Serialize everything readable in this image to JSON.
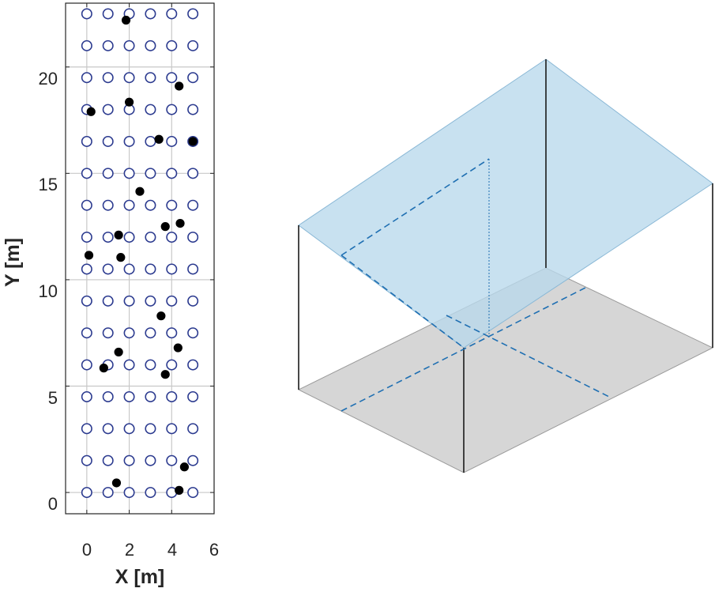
{
  "chart_data": [
    {
      "type": "scatter",
      "xlabel": "X [m]",
      "ylabel": "Y [m]",
      "xlim": [
        -1,
        6
      ],
      "ylim": [
        -1,
        23
      ],
      "xticks": [
        0,
        2,
        4,
        6
      ],
      "yticks": [
        0,
        5,
        10,
        15,
        20
      ],
      "x_tick_labels": [
        "0",
        "2",
        "4",
        "6"
      ],
      "y_tick_labels": [
        "0",
        "5",
        "10",
        "15",
        "20"
      ],
      "grid": true,
      "colors": {
        "grid_marker": "#2b3a8f",
        "measured_point": "#000000",
        "grid_lines": "#c8c8c8"
      },
      "series": [
        {
          "marker": "open-circle",
          "x_values": [
            0,
            1,
            2,
            3,
            4,
            5
          ],
          "y_values": [
            0,
            1.5,
            3,
            4.5,
            6,
            7.5,
            9,
            10.5,
            12,
            13.5,
            15,
            16.5,
            18,
            19.5,
            21,
            22.5
          ]
        },
        {
          "marker": "filled-circle",
          "points": [
            [
              1.4,
              0.45
            ],
            [
              4.35,
              0.1
            ],
            [
              4.6,
              1.2
            ],
            [
              0.8,
              5.85
            ],
            [
              1.5,
              6.6
            ],
            [
              3.7,
              5.55
            ],
            [
              4.3,
              6.8
            ],
            [
              3.5,
              8.3
            ],
            [
              0.1,
              11.15
            ],
            [
              1.6,
              11.05
            ],
            [
              1.5,
              12.1
            ],
            [
              3.7,
              12.5
            ],
            [
              4.4,
              12.65
            ],
            [
              2.5,
              14.15
            ],
            [
              3.4,
              16.6
            ],
            [
              5.0,
              16.5
            ],
            [
              0.2,
              17.9
            ],
            [
              2.0,
              18.35
            ],
            [
              4.35,
              19.1
            ],
            [
              1.85,
              22.2
            ]
          ]
        }
      ]
    },
    {
      "type": "diagram",
      "colors": {
        "top_plane": "#b8d8ec",
        "bottom_plane": "#d6d6d6",
        "frame": "#1a1a1a",
        "dashed": "#1f6fb2"
      }
    }
  ]
}
